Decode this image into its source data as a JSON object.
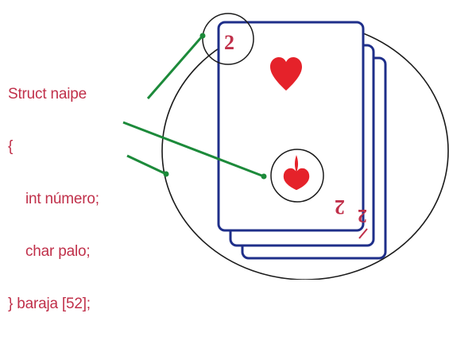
{
  "code": {
    "struct_line": "Struct naipe",
    "open_brace": "{",
    "field_numero": "int número;",
    "field_palo": "char palo;",
    "closing_line": "} baraja [52];"
  },
  "card": {
    "rank_top": "2",
    "rank_bottom": "2",
    "rank_back_card": "2",
    "suit": "hearts"
  },
  "colors": {
    "code_text": "#c0304a",
    "card_outline": "#1f2f8a",
    "heart": "#e5222a",
    "rank": "#c0304a",
    "connector": "#1c8a3a",
    "circle": "#1a1a1a"
  },
  "icons": {
    "top_suit": "heart-icon",
    "center_suit": "heart-icon"
  }
}
